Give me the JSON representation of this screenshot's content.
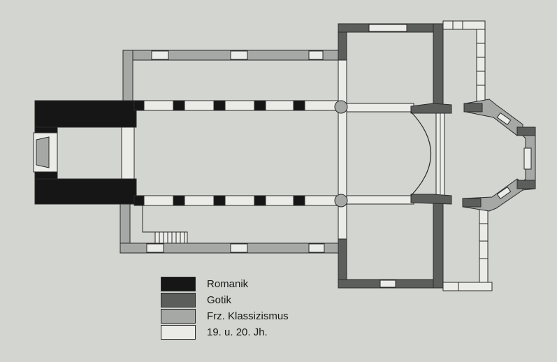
{
  "colors": {
    "background": "#d3d5d0",
    "outline": "#2a2a2a",
    "romanik": "#161616",
    "gotik": "#5c5e5c",
    "klassizismus": "#a6a8a5",
    "modern": "#ebece8"
  },
  "legend": {
    "items": [
      {
        "label": "Romanik",
        "color": "#161616"
      },
      {
        "label": "Gotik",
        "color": "#5c5e5c"
      },
      {
        "label": "Frz. Klassizismus",
        "color": "#a6a8a5"
      },
      {
        "label": "19. u. 20. Jh.",
        "color": "#ebece8"
      }
    ]
  }
}
